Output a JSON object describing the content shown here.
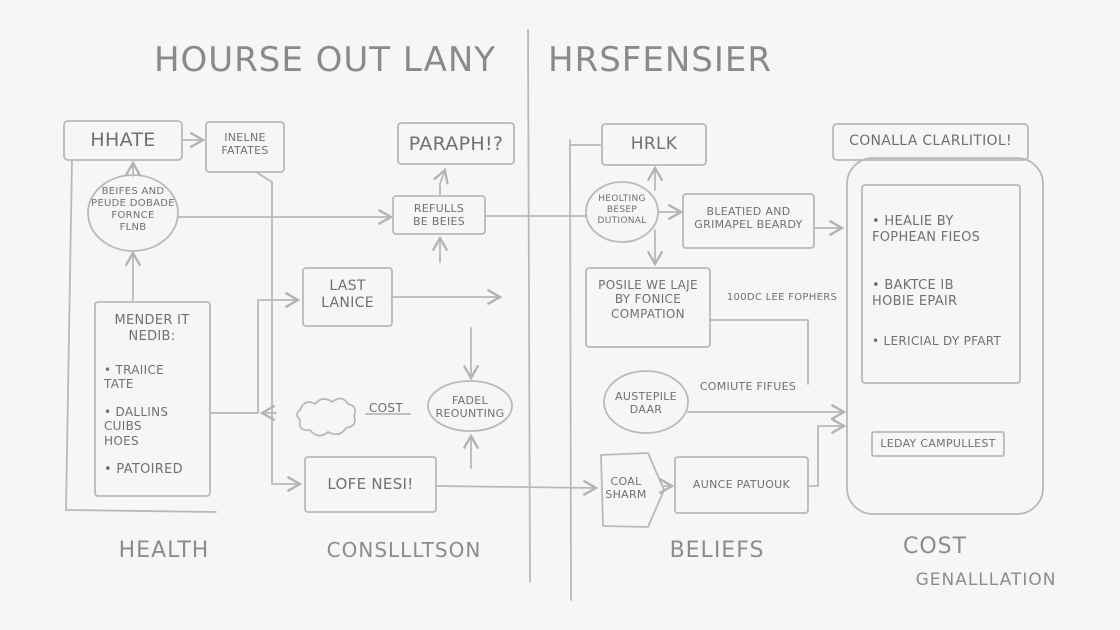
{
  "titles": {
    "left": "HOURSE OUT LANY",
    "right": "HRSFENSIER"
  },
  "footers": {
    "health": "HEALTH",
    "consultation": "CONSLLLTSON",
    "beliefs": "BELIEFS",
    "cost": "COST",
    "generalization": "GENALLLATION"
  },
  "nodes": {
    "hhate": "HHATE",
    "inline_features": "INELNE\nFATATES",
    "paraph": "PARAPH!?",
    "beliefs_circle": "BEIFES AND\nPEUDE DOBADE\nFORNCE\nFLNB",
    "results_beliefs": "REFULLS\nBE BEIES",
    "last_lance": "LAST\nLANICE",
    "monitor_title": "MENDER IT\nNEDIB:",
    "monitor_items": [
      "• TRAIICE\n  TATE",
      "• DALLINS\n  CUIBS\n  HOES",
      "• PATOIRED"
    ],
    "cost_cloud": "COST",
    "fadel": "FADEL\nREOUNTING",
    "lofenest": "LOFE NESI!",
    "hrk": "HRLK",
    "heolting": "HEOLTING\nBESEP\nDUTIONAL",
    "blehied": "BLEATIED AND\nGRIMAPEL BEARDY",
    "posile": "POSILE WE LAJE\nBY FONICE\nCOMPATION",
    "tooc_note": "100DC LEE FOPHERS",
    "austeple": "AUSTEPILE\nDAAR",
    "comiute": "COMIUTE FIFUES",
    "coal_shape": "COAL\nSHARM",
    "aunce": "AUNCE PATUOUK",
    "conalla": "CONALLA CLARLITIOL!",
    "right_list": [
      "• HEALIE BY\n  FOPHEAN FIEOS",
      "• BAKTCE IB\n  HOBIE EPAIR",
      "• LERICIAL DY PFART"
    ],
    "leday": "LEDAY CAMPULLEST"
  },
  "colors": {
    "background": "#f6f6f4",
    "stroke": "#b9b9b9",
    "text": "#707070"
  }
}
